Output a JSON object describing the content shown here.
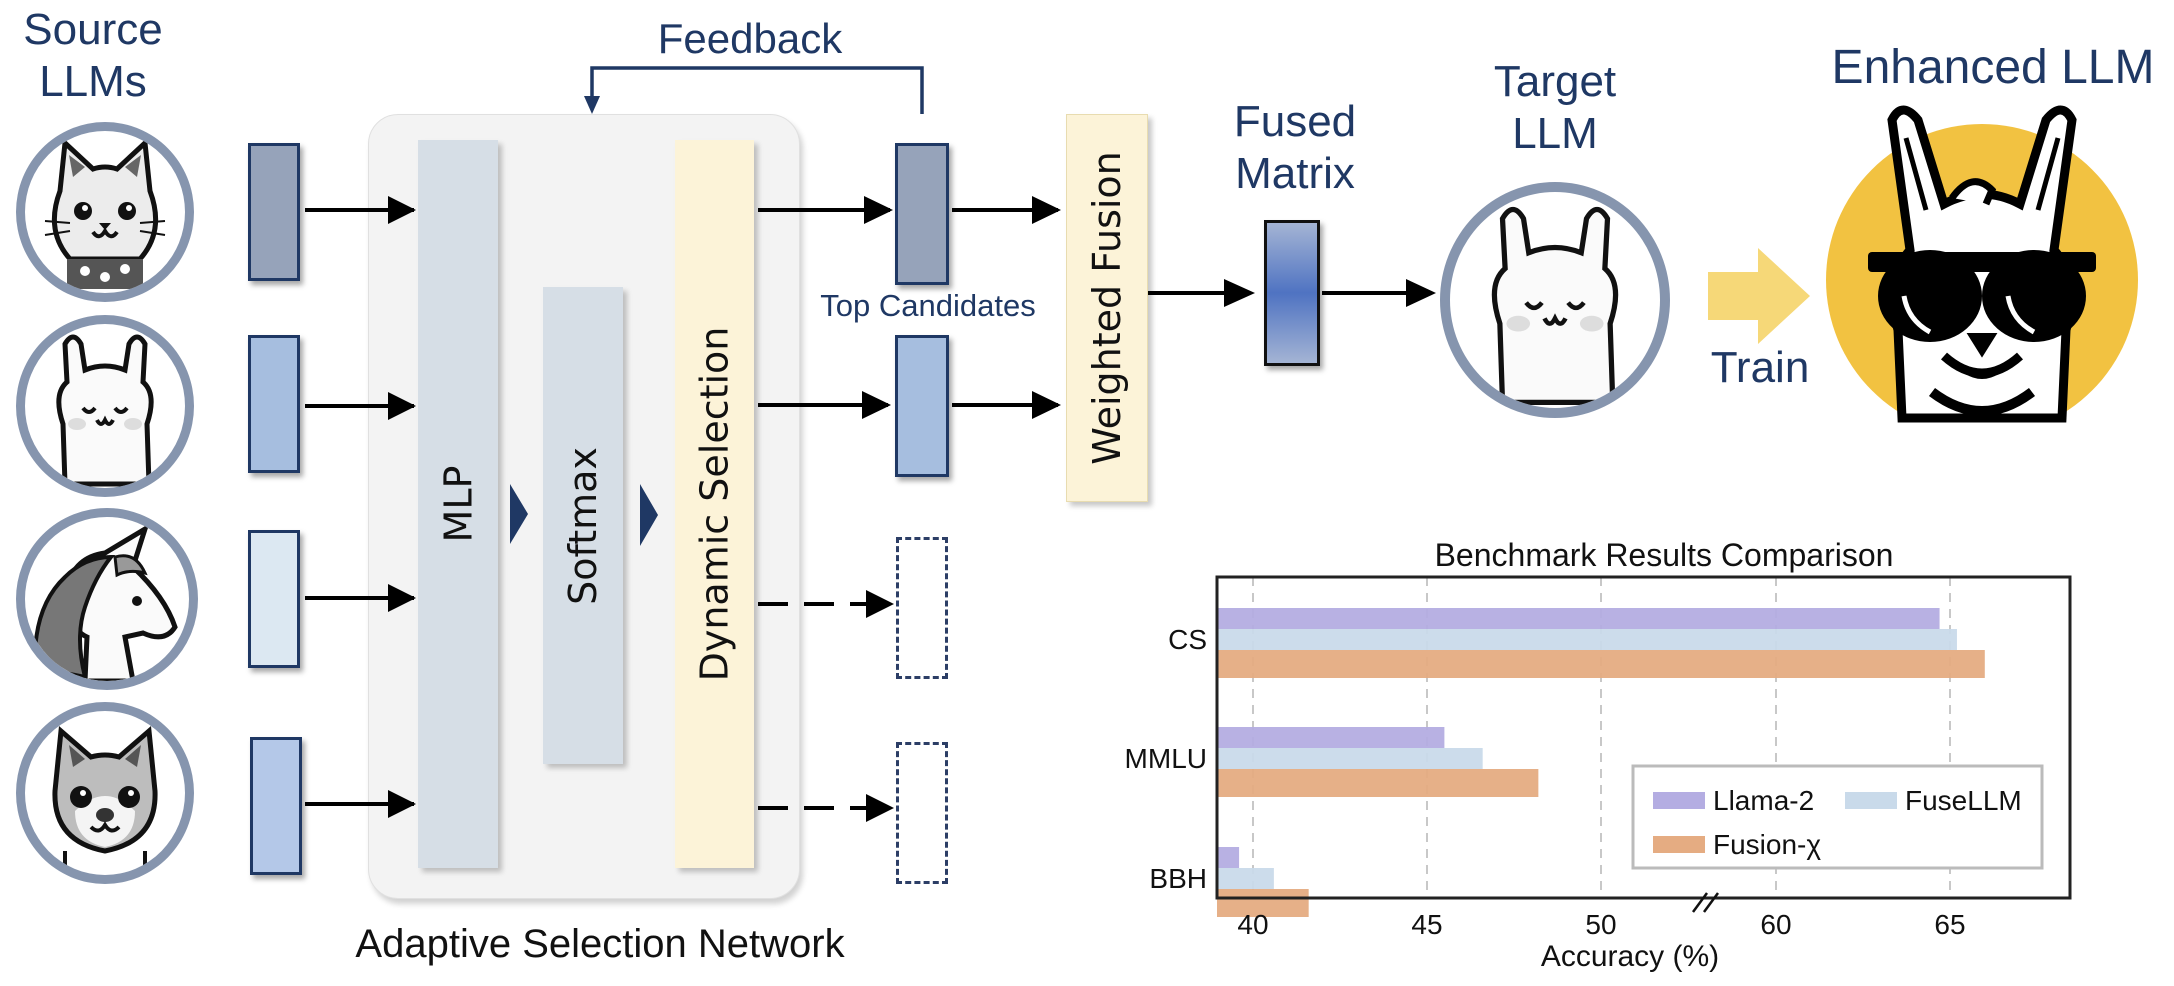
{
  "labels": {
    "source_llms_line1": "Source",
    "source_llms_line2": "LLMs",
    "feedback": "Feedback",
    "mlp": "MLP",
    "softmax": "Softmax",
    "dynamic_selection": "Dynamic Selection",
    "top_candidates": "Top Candidates",
    "weighted_fusion": "Weighted Fusion",
    "fused_matrix_line1": "Fused",
    "fused_matrix_line2": "Matrix",
    "target_llm_line1": "Target",
    "target_llm_line2": "LLM",
    "train": "Train",
    "enhanced_llm": "Enhanced LLM",
    "adaptive_selection_network": "Adaptive Selection Network"
  },
  "source_llms": [
    {
      "name": "cat",
      "icon": "cat-icon",
      "vector_color": "#96a3ba"
    },
    {
      "name": "alpaca",
      "icon": "alpaca-icon",
      "vector_color": "#a6bedf"
    },
    {
      "name": "unicorn",
      "icon": "unicorn-icon",
      "vector_color": "#dce8f2"
    },
    {
      "name": "shiba",
      "icon": "dog-icon",
      "vector_color": "#b4c8e8"
    }
  ],
  "top_candidates": [
    {
      "state": "selected",
      "color": "#96a3ba"
    },
    {
      "state": "selected",
      "color": "#a6bedf"
    },
    {
      "state": "dropped"
    },
    {
      "state": "dropped"
    }
  ],
  "colors": {
    "navy": "#1f3864",
    "ring": "#8695ae",
    "mlp": "#d6dee6",
    "selection": "#fcf3d8",
    "container": "#f3f3f3",
    "enhanced_bg": "#f2c241",
    "train_arrow": "#f6d878"
  },
  "chart_data": {
    "type": "bar",
    "orientation": "horizontal",
    "title": "Benchmark Results Comparison",
    "xlabel": "Accuracy (%)",
    "ylabel": "",
    "categories": [
      "CS",
      "MMLU",
      "BBH"
    ],
    "series": [
      {
        "name": "Llama-2",
        "color": "#b4ade2",
        "values": [
          64.7,
          45.5,
          39.6
        ]
      },
      {
        "name": "FuseLLM",
        "color": "#c9daea",
        "values": [
          65.2,
          46.6,
          40.6
        ]
      },
      {
        "name": "Fusion-χ",
        "color": "#e5ac82",
        "values": [
          66.0,
          48.2,
          41.6
        ]
      }
    ],
    "xticks": [
      40,
      45,
      50,
      60,
      65
    ],
    "xlim": [
      39.0,
      68.4
    ],
    "axis_break": [
      50,
      60
    ],
    "grid": "x-dashed",
    "legend_position": "lower-right"
  }
}
